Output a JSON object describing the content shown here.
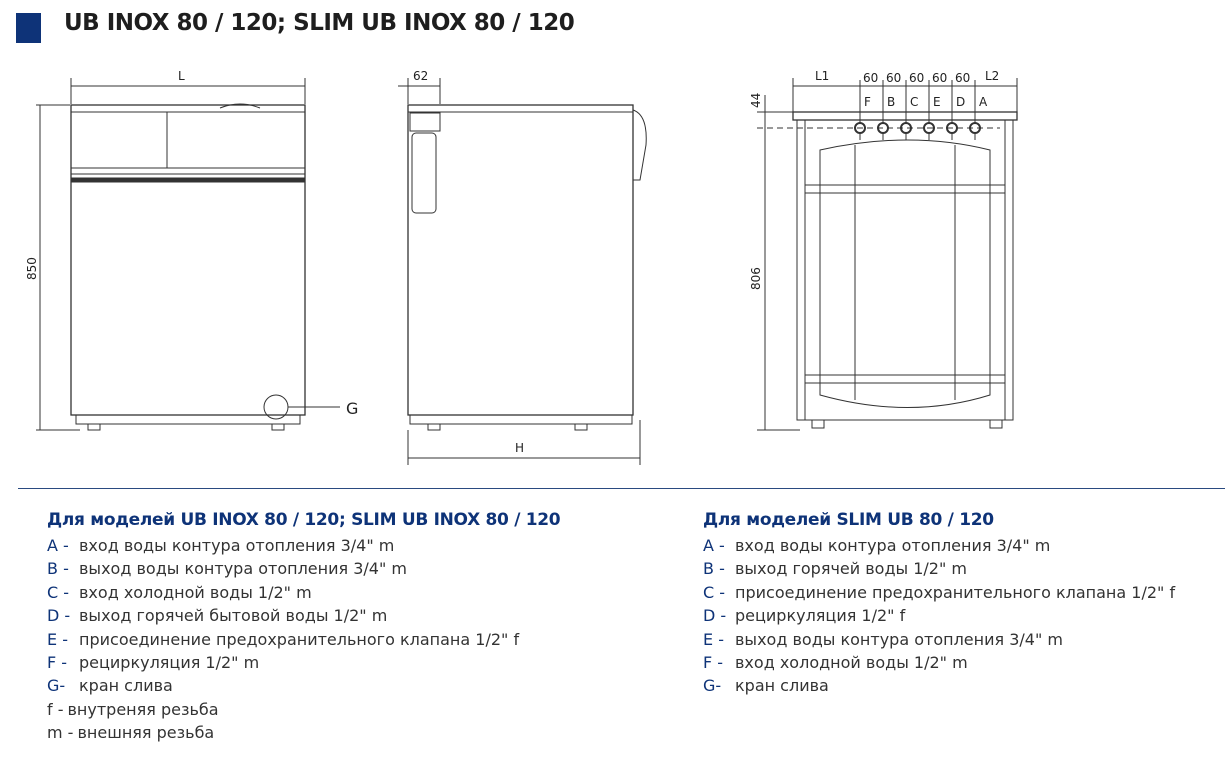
{
  "title": "UB INOX 80 / 120; SLIM UB INOX 80 / 120",
  "drawings": {
    "front": {
      "width_label": "L",
      "height_label": "850",
      "drain_label": "G"
    },
    "side": {
      "offset_label": "62",
      "depth_label": "H"
    },
    "rear": {
      "l1": "L1",
      "l2": "L2",
      "spacing": [
        "60",
        "60",
        "60",
        "60",
        "60"
      ],
      "connections": [
        "F",
        "B",
        "C",
        "E",
        "D",
        "A"
      ],
      "top_offset": "44",
      "height_label": "806"
    }
  },
  "legend_left": {
    "heading": "Для моделей UB INOX 80 / 120; SLIM UB INOX 80 / 120",
    "items": [
      {
        "key": "A -",
        "text": "вход воды контура отопления 3/4\" m"
      },
      {
        "key": "B -",
        "text": "выход воды контура отопления 3/4\" m"
      },
      {
        "key": "C -",
        "text": "вход холодной воды 1/2\" m"
      },
      {
        "key": "D -",
        "text": "выход горячей бытовой воды 1/2\" m"
      },
      {
        "key": "E -",
        "text": "присоединение предохранительного клапана 1/2\" f"
      },
      {
        "key": "F -",
        "text": "рециркуляция 1/2\" m"
      },
      {
        "key": "G-",
        "text": "кран слива"
      }
    ],
    "notes": [
      {
        "key": "f -",
        "text": "внутреняя резьба"
      },
      {
        "key": "m -",
        "text": "внешняя резьба"
      }
    ]
  },
  "legend_right": {
    "heading": "Для моделей SLIM UB 80 / 120",
    "items": [
      {
        "key": "A -",
        "text": "вход воды контура отопления 3/4\" m"
      },
      {
        "key": "B -",
        "text": "выход горячей воды 1/2\" m"
      },
      {
        "key": "C -",
        "text": "присоединение предохранительного клапана 1/2\" f"
      },
      {
        "key": "D -",
        "text": "рециркуляция 1/2\" f"
      },
      {
        "key": "E -",
        "text": "выход воды контура отопления 3/4\" m"
      },
      {
        "key": "F -",
        "text": "вход холодной воды 1/2\" m"
      },
      {
        "key": "G-",
        "text": "кран слива"
      }
    ]
  }
}
